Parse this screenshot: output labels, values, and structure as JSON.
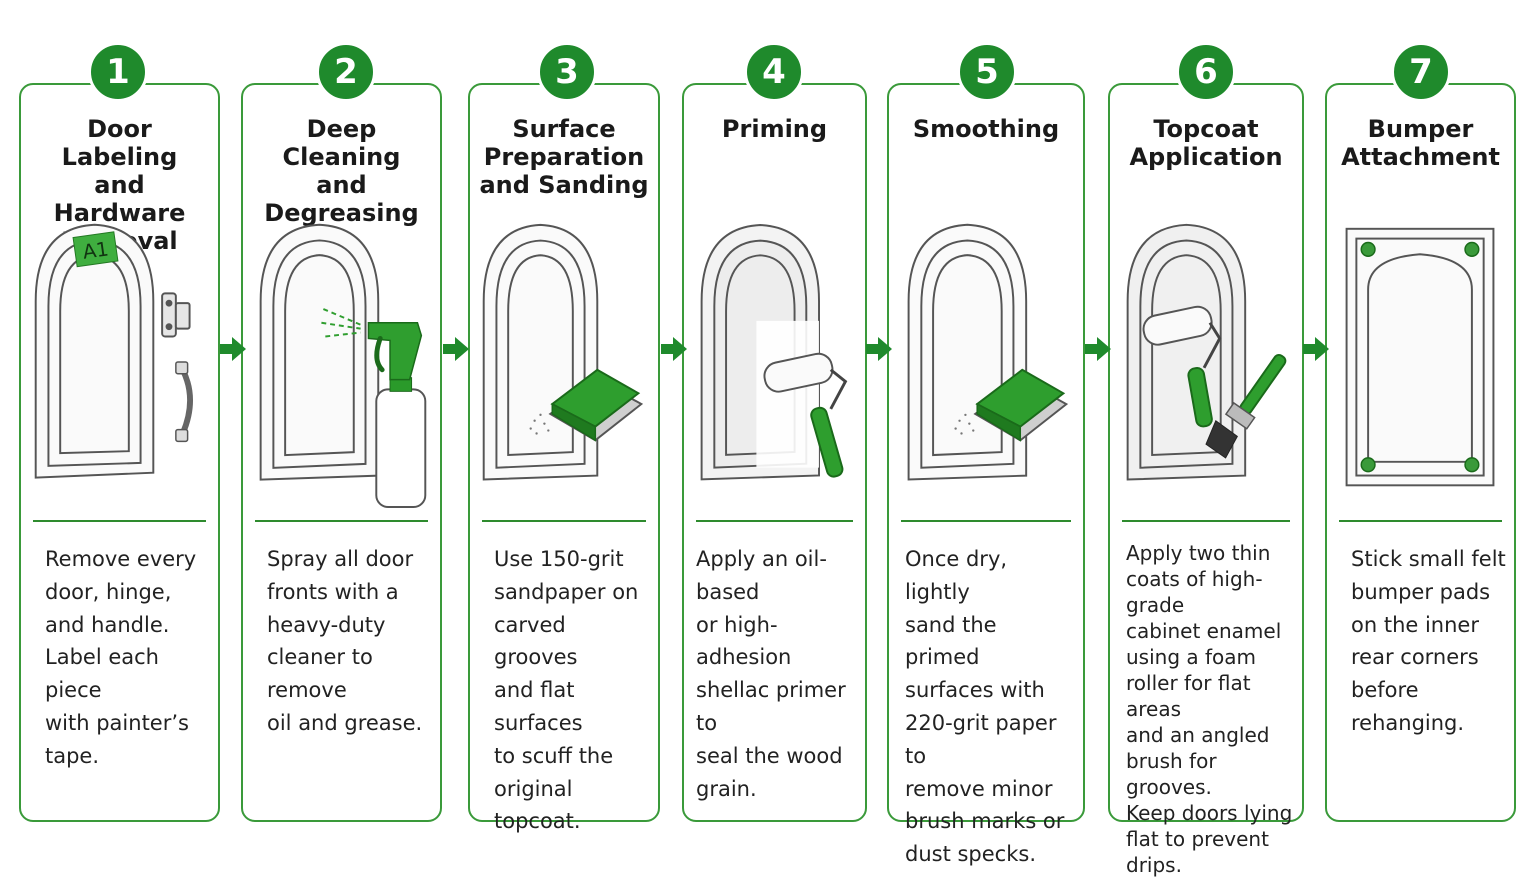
{
  "steps": [
    {
      "number": "1",
      "title": "Door Labeling\nand Hardware\nRemoval",
      "label_tag": "A1",
      "description": "Remove every\ndoor, hinge,\nand handle.\nLabel each piece\nwith painter’s tape."
    },
    {
      "number": "2",
      "title": "Deep Cleaning\nand Degreasing",
      "description": "Spray all door\nfronts with a\nheavy-duty\ncleaner to remove\noil and grease."
    },
    {
      "number": "3",
      "title": "Surface\nPreparation\nand Sanding",
      "description": "Use 150-grit\nsandpaper on\ncarved grooves\nand flat surfaces\nto scuff the\noriginal topcoat."
    },
    {
      "number": "4",
      "title": "Priming",
      "description": "Apply an oil-based\nor high-adhesion\nshellac primer to\nseal the wood\ngrain."
    },
    {
      "number": "5",
      "title": "Smoothing",
      "description": "Once dry, lightly\nsand the primed\nsurfaces with\n220-grit paper to\nremove minor\nbrush marks or\ndust specks."
    },
    {
      "number": "6",
      "title": "Topcoat\nApplication",
      "description": "Apply two thin\ncoats of high-grade\ncabinet enamel\nusing a foam\nroller for flat areas\nand an angled\nbrush for grooves.\nKeep doors lying\nflat to prevent\ndrips."
    },
    {
      "number": "7",
      "title": "Bumper\nAttachment",
      "description": "Stick small felt\nbumper pads\non the inner\nrear corners\nbefore\nrehanging."
    }
  ],
  "icons": {
    "arrow": "arrow-right-icon",
    "door": "cabinet-door-icon",
    "hinge": "hinge-icon",
    "handle": "handle-icon",
    "spray": "spray-bottle-icon",
    "sanding": "sanding-block-icon",
    "roller": "paint-roller-icon",
    "brush": "paint-brush-icon",
    "bumpers": "felt-bumper-icon"
  },
  "colors": {
    "accent": "#1f8a2c",
    "border": "#3a9a3a",
    "line": "#555555"
  }
}
